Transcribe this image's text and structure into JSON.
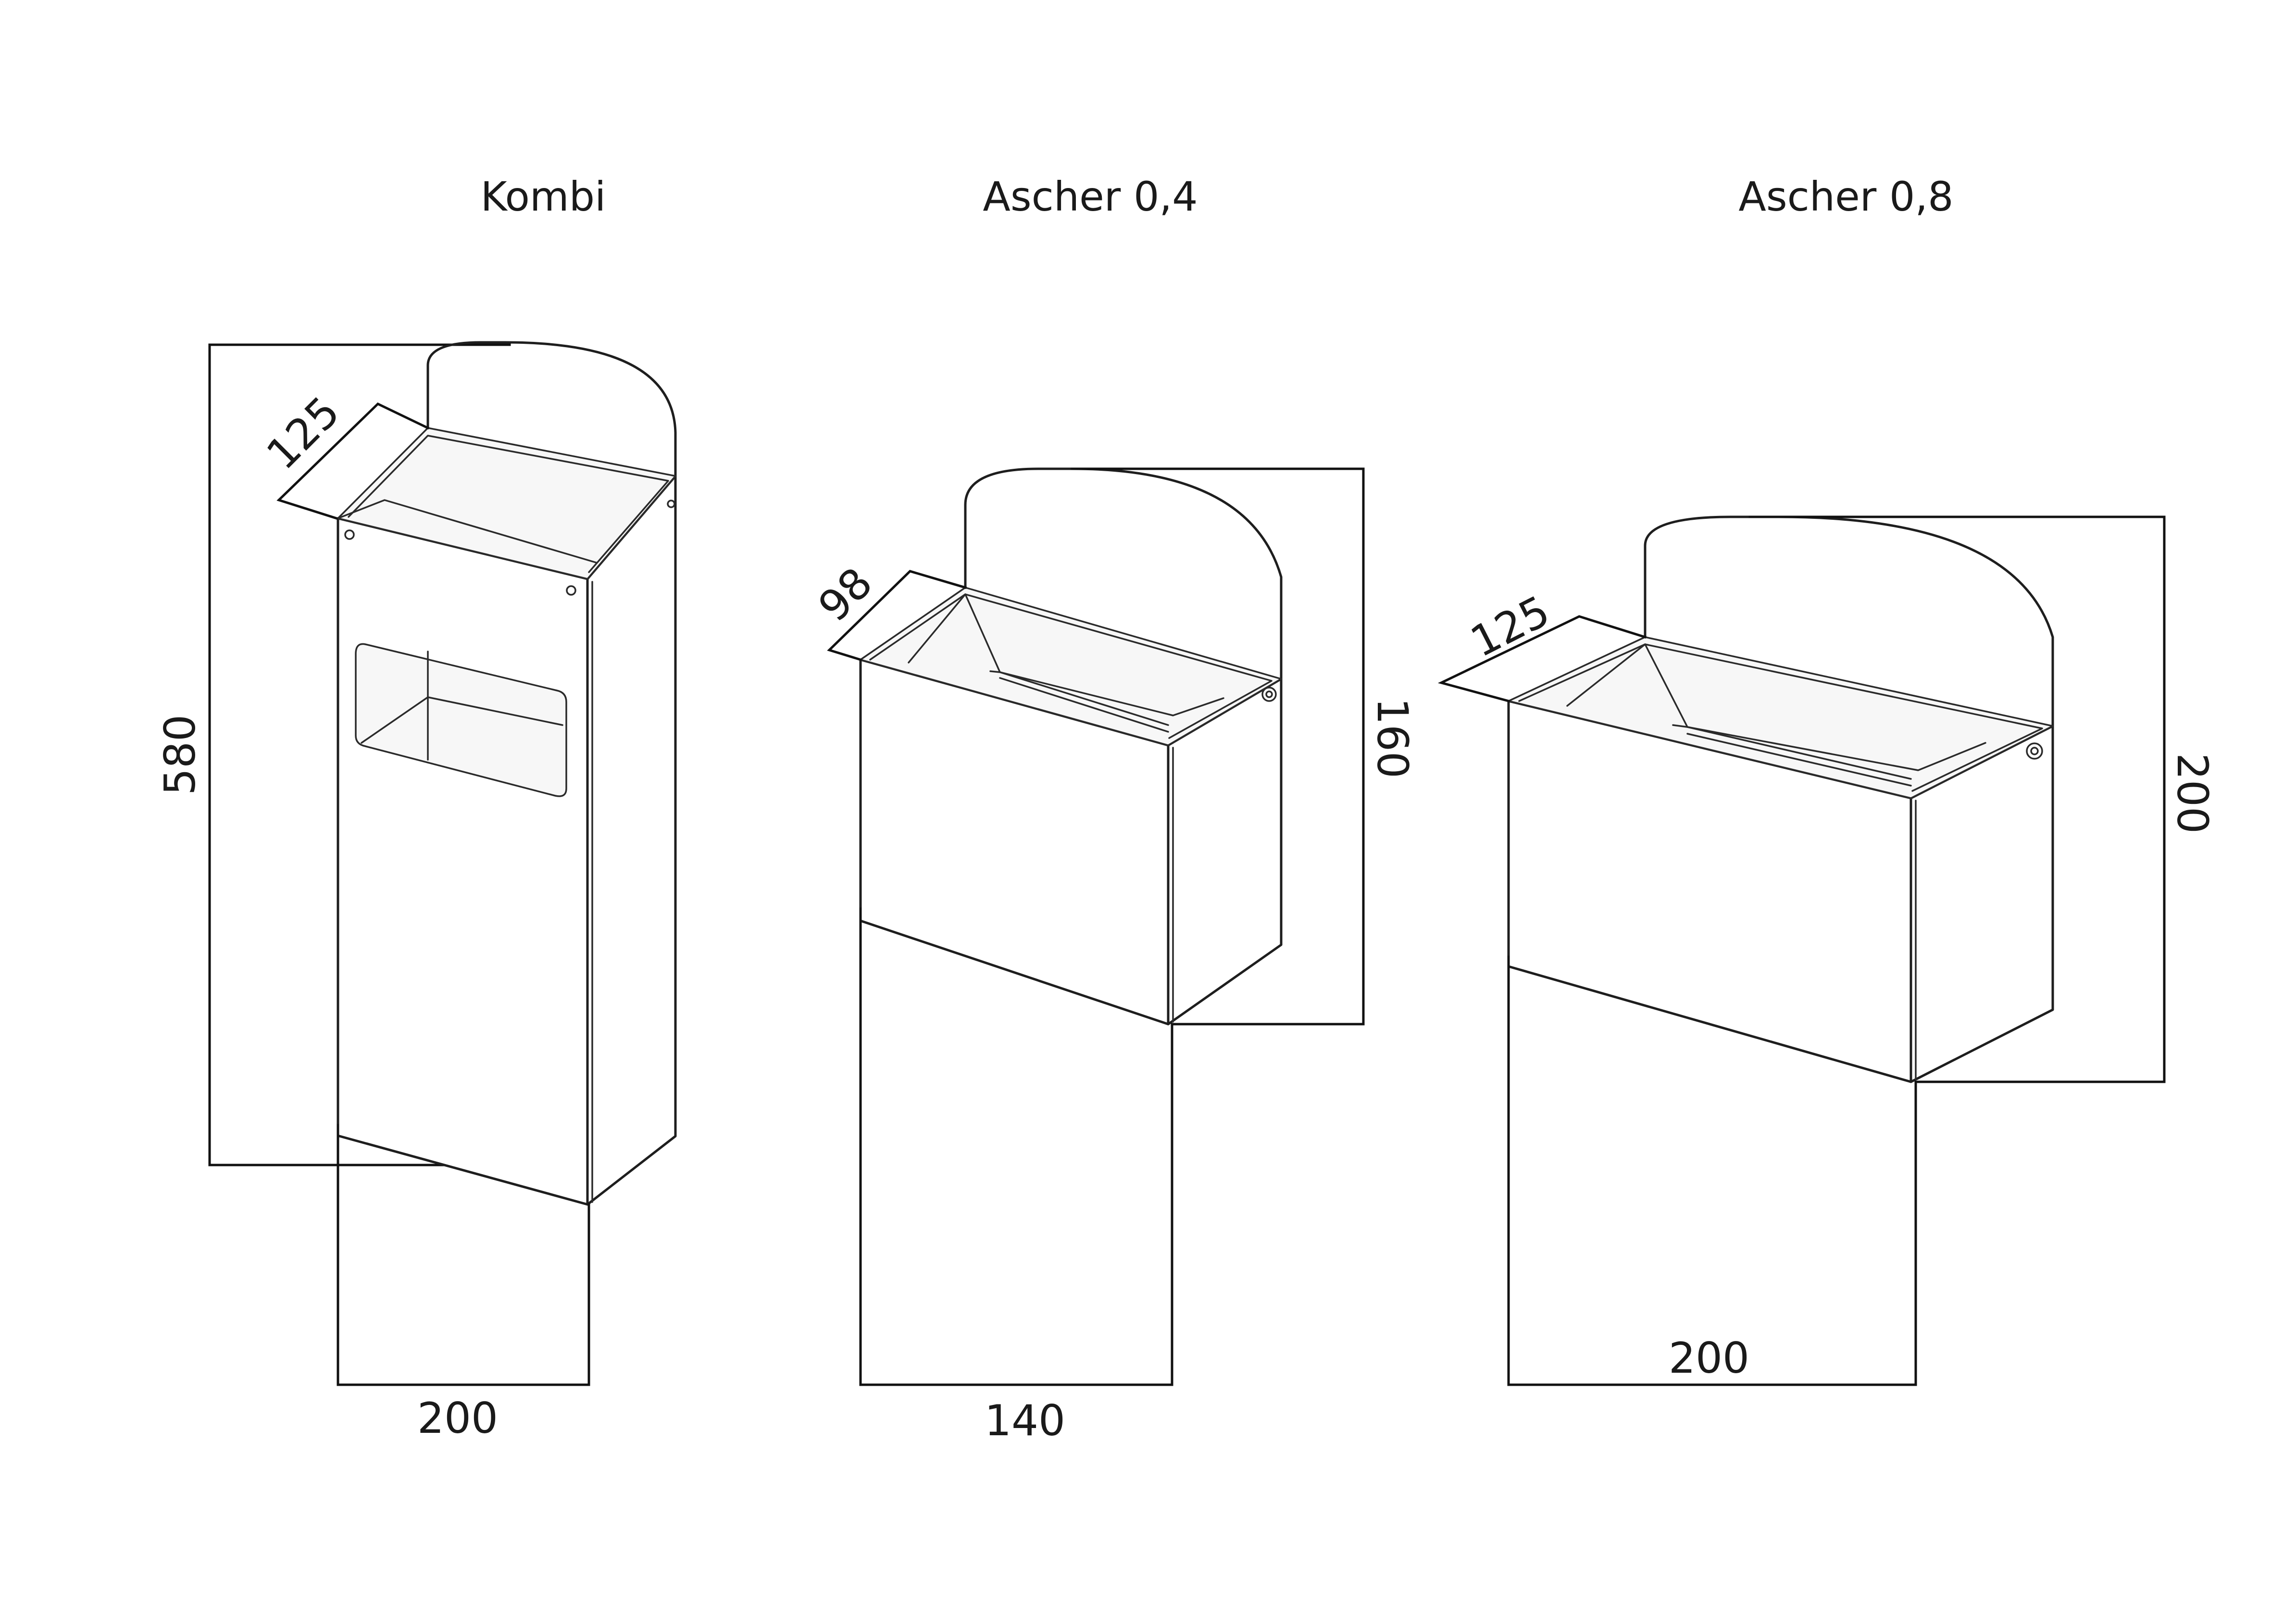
{
  "products": [
    {
      "id": "kombi",
      "title": "Kombi",
      "height": "580",
      "depth": "125",
      "width": "200"
    },
    {
      "id": "ascher-04",
      "title": "Ascher 0,4",
      "height": "160",
      "depth": "98",
      "width": "140"
    },
    {
      "id": "ascher-08",
      "title": "Ascher 0,8",
      "height": "200",
      "depth": "125",
      "width": "200"
    }
  ]
}
